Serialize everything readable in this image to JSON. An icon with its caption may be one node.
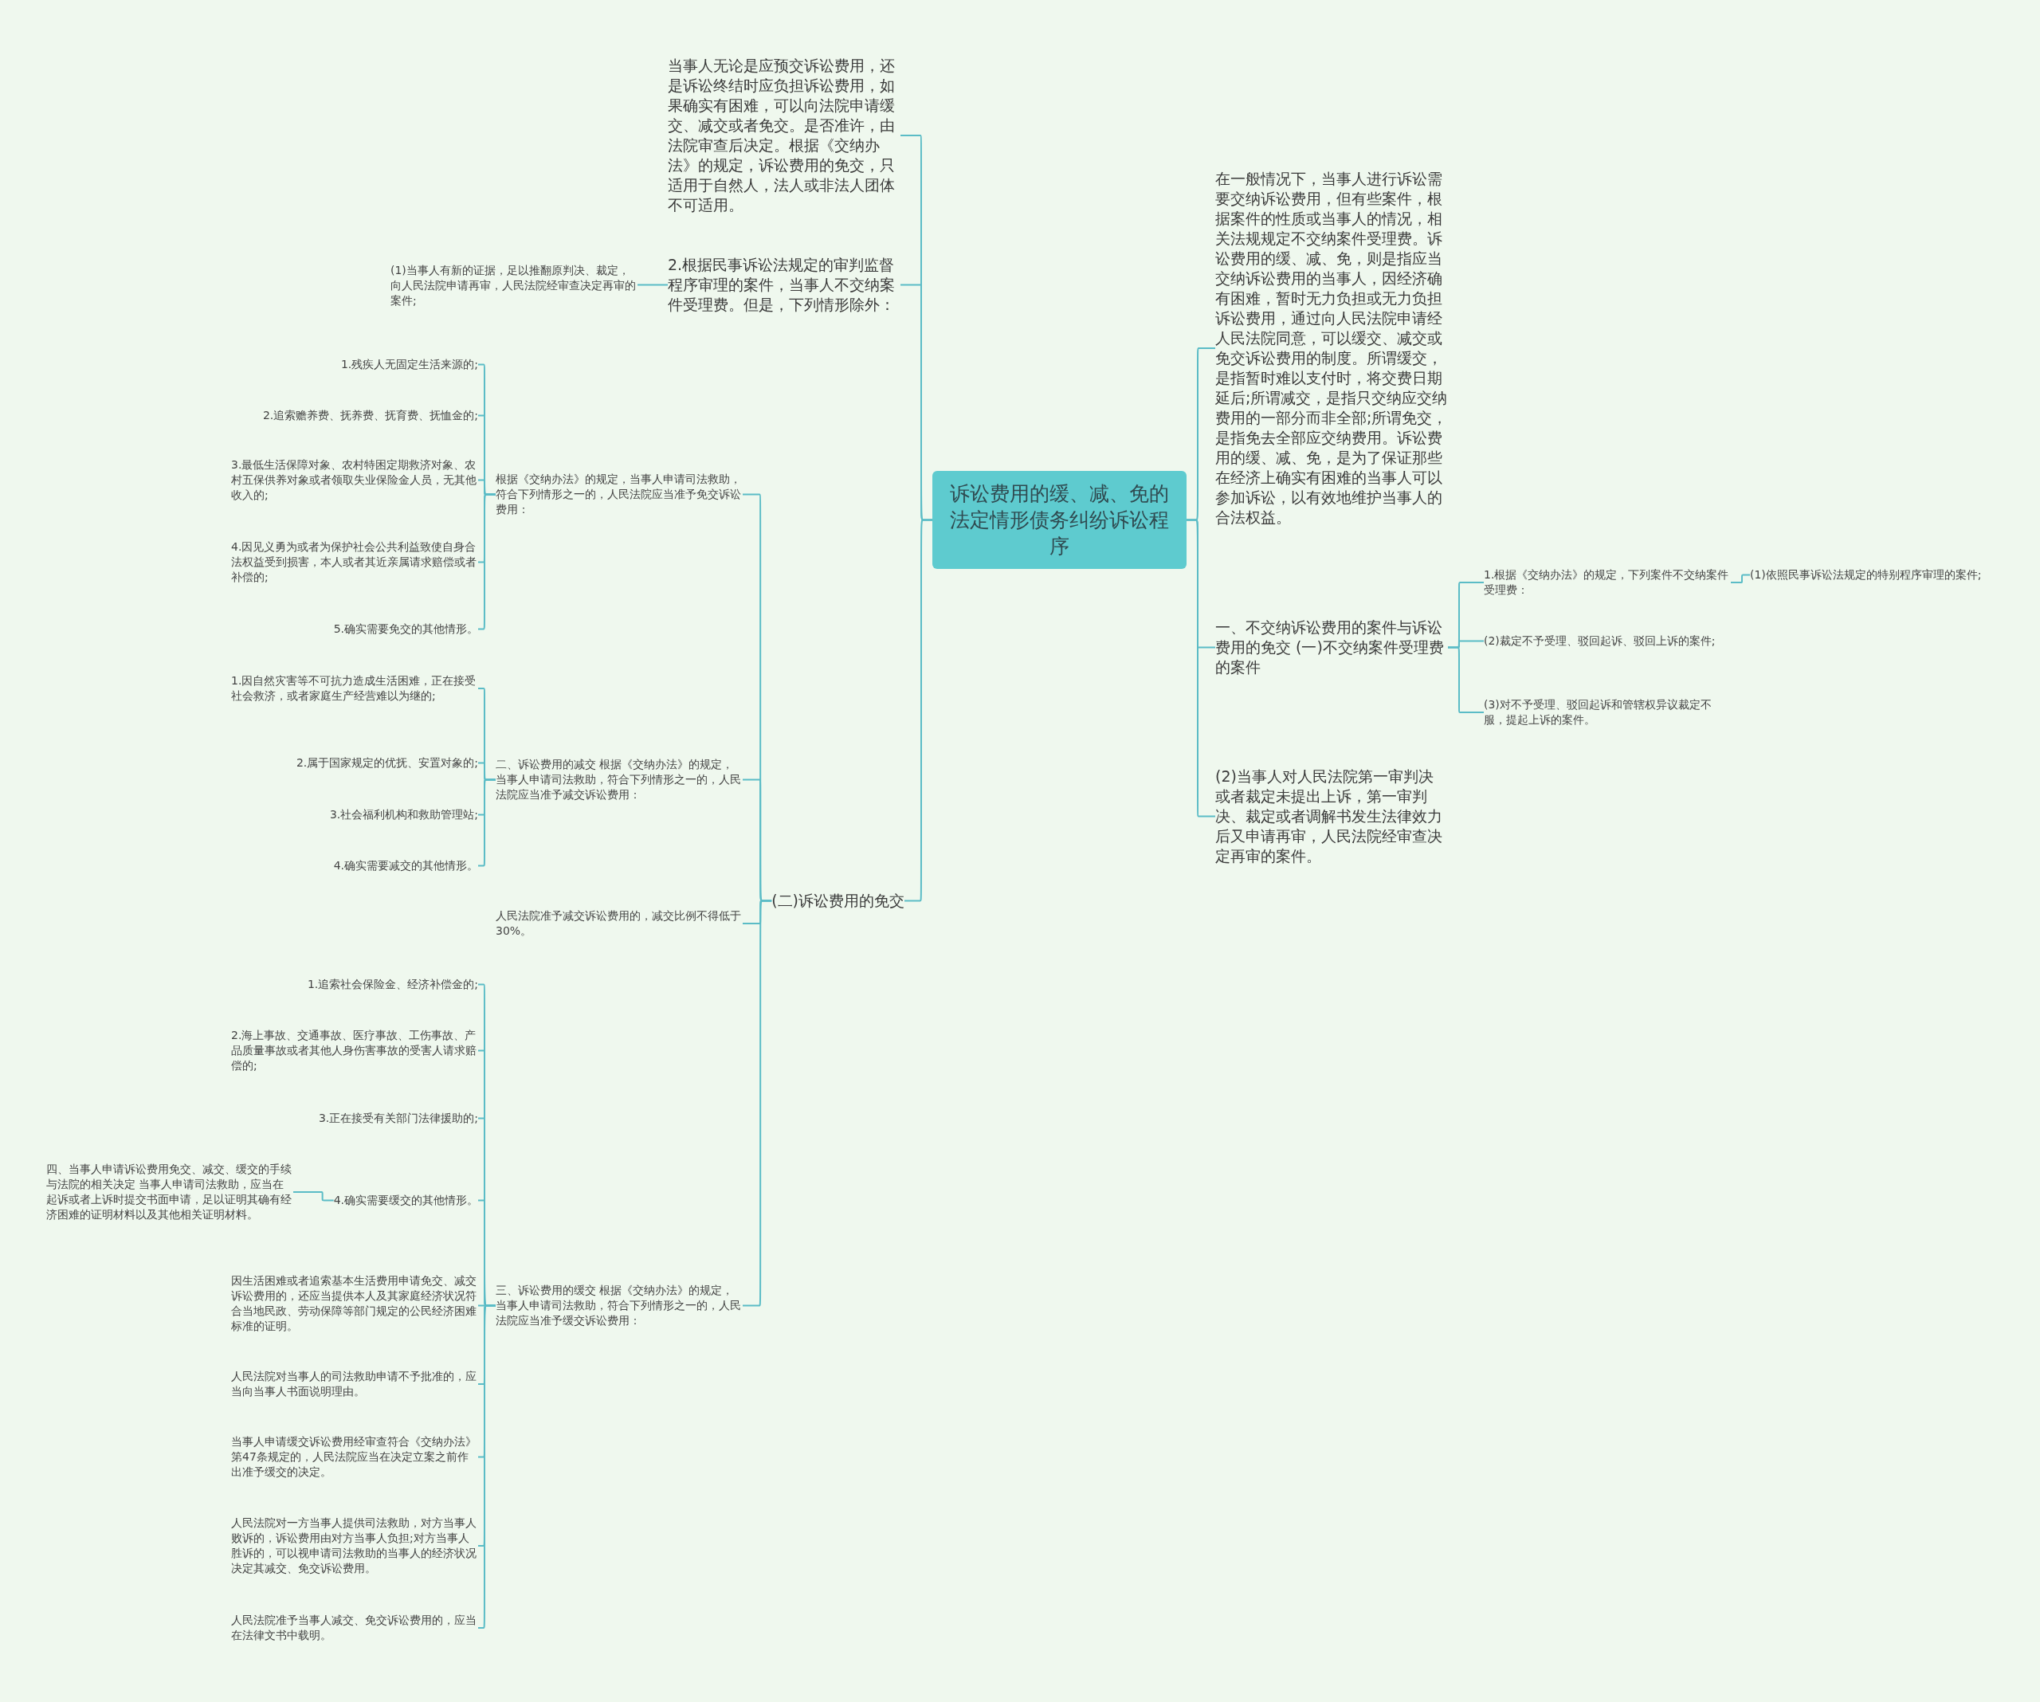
{
  "diagram": {
    "nodes": [
      {
        "text": [
          "诉讼费用的缓、减、免的法定情形债务纠纷诉讼程序"
        ]
      },
      {
        "text": [
          "当事人无论是应预交诉讼费用，还是诉讼终结时应负担诉讼费用，如果确实有困难，可以向法院申请缓交、减交或者免交。是否准许，由法院审查后决定。根据《交纳办法》的规定，诉讼费用的免交，只适用于自然人，法人或非法人团体不可适用。"
        ]
      },
      {
        "text": [
          "2.根据民事诉讼法规定的审判监督程序审理的案件，当事人不交纳案件受理费。但是，下列情形除外："
        ]
      },
      {
        "text": [
          "(1)当事人有新的证据，足以推翻原判决、裁定，向人民法院申请再审，人民法院经审查决定再审的案件;"
        ]
      },
      {
        "text": [
          "(二)诉讼费用的免交"
        ]
      },
      {
        "text": [
          "根据《交纳办法》的规定，当事人申请司法救助，符合下列情形之一的，人民法院应当准予免交诉讼费用："
        ]
      },
      {
        "text": [
          "1.残疾人无固定生活来源的;"
        ]
      },
      {
        "text": [
          "2.追索赡养费、抚养费、抚育费、抚恤金的;"
        ]
      },
      {
        "text": [
          "3.最低生活保障对象、农村特困定期救济对象、农村五保供养对象或者领取失业保险金人员，无其他收入的;"
        ]
      },
      {
        "text": [
          "4.因见义勇为或者为保护社会公共利益致使自身合法权益受到损害，本人或者其近亲属请求赔偿或者补偿的;"
        ]
      },
      {
        "text": [
          "5.确实需要免交的其他情形。"
        ]
      },
      {
        "text": [
          "二、诉讼费用的减交 根据《交纳办法》的规定，当事人申请司法救助，符合下列情形之一的，人民法院应当准予减交诉讼费用："
        ]
      },
      {
        "text": [
          "1.因自然灾害等不可抗力造成生活困难，正在接受社会救济，或者家庭生产经营难以为继的;"
        ]
      },
      {
        "text": [
          "2.属于国家规定的优抚、安置对象的;"
        ]
      },
      {
        "text": [
          "3.社会福利机构和救助管理站;"
        ]
      },
      {
        "text": [
          "4.确实需要减交的其他情形。"
        ]
      },
      {
        "text": [
          "人民法院准予减交诉讼费用的，减交比例不得低于30%。"
        ]
      },
      {
        "text": [
          "三、诉讼费用的缓交 根据《交纳办法》的规定，当事人申请司法救助，符合下列情形之一的，人民法院应当准予缓交诉讼费用："
        ]
      },
      {
        "text": [
          "1.追索社会保险金、经济补偿金的;"
        ]
      },
      {
        "text": [
          "2.海上事故、交通事故、医疗事故、工伤事故、产品质量事故或者其他人身伤害事故的受害人请求赔偿的;"
        ]
      },
      {
        "text": [
          "3.正在接受有关部门法律援助的;"
        ]
      },
      {
        "text": [
          "4.确实需要缓交的其他情形。"
        ]
      },
      {
        "text": [
          "四、当事人申请诉讼费用免交、减交、缓交的手续与法院的相关决定 当事人申请司法救助，应当在起诉或者上诉时提交书面申请，足以证明其确有经济困难的证明材料以及其他相关证明材料。"
        ]
      },
      {
        "text": [
          "因生活困难或者追索基本生活费用申请免交、减交诉讼费用的，还应当提供本人及其家庭经济状况符合当地民政、劳动保障等部门规定的公民经济困难标准的证明。"
        ]
      },
      {
        "text": [
          "人民法院对当事人的司法救助申请不予批准的，应当向当事人书面说明理由。"
        ]
      },
      {
        "text": [
          "当事人申请缓交诉讼费用经审查符合《交纳办法》第47条规定的，人民法院应当在决定立案之前作出准予缓交的决定。"
        ]
      },
      {
        "text": [
          "人民法院对一方当事人提供司法救助，对方当事人败诉的，诉讼费用由对方当事人负担;对方当事人胜诉的，可以视申请司法救助的当事人的经济状况决定其减交、免交诉讼费用。"
        ]
      },
      {
        "text": [
          "人民法院准予当事人减交、免交诉讼费用的，应当在法律文书中载明。"
        ]
      },
      {
        "text": [
          "在一般情况下，当事人进行诉讼需要交纳诉讼费用，但有些案件，根据案件的性质或当事人的情况，相关法规规定不交纳案件受理费。诉讼费用的缓、减、免，则是指应当交纳诉讼费用的当事人，因经济确有困难，暂时无力负担或无力负担诉讼费用，通过向人民法院申请经人民法院同意，可以缓交、减交或免交诉讼费用的制度。所谓缓交，是指暂时难以支付时，将交费日期延后;所谓减交，是指只交纳应交纳费用的一部分而非全部;所谓免交，是指免去全部应交纳费用。诉讼费用的缓、减、免，是为了保证那些在经济上确实有困难的当事人可以参加诉讼，以有效地维护当事人的合法权益。"
        ]
      },
      {
        "text": [
          "一、不交纳诉讼费用的案件与诉讼费用的免交 (一)不交纳案件受理费的案件"
        ]
      },
      {
        "text": [
          "1.根据《交纳办法》的规定，下列案件不交纳案件受理费："
        ]
      },
      {
        "text": [
          "(1)依照民事诉讼法规定的特别程序审理的案件;"
        ]
      },
      {
        "text": [
          "(2)裁定不予受理、驳回起诉、驳回上诉的案件;"
        ]
      },
      {
        "text": [
          "(3)对不予受理、驳回起诉和管辖权异议裁定不服，提起上诉的案件。"
        ]
      },
      {
        "text": [
          "(2)当事人对人民法院第一审判决或者裁定未提出上诉，第一审判决、裁定或者调解书发生法律效力后又申请再审，人民法院经审查决定再审的案件。"
        ]
      }
    ],
    "edges": [
      {
        "from": 0,
        "to": 1,
        "arrow": "none"
      },
      {
        "from": 0,
        "to": 2,
        "arrow": "none"
      },
      {
        "from": 2,
        "to": 3,
        "arrow": "none"
      },
      {
        "from": 0,
        "to": 4,
        "arrow": "none"
      },
      {
        "from": 4,
        "to": 5,
        "arrow": "none"
      },
      {
        "from": 5,
        "to": 6,
        "arrow": "none"
      },
      {
        "from": 5,
        "to": 7,
        "arrow": "none"
      },
      {
        "from": 5,
        "to": 8,
        "arrow": "none"
      },
      {
        "from": 5,
        "to": 9,
        "arrow": "none"
      },
      {
        "from": 5,
        "to": 10,
        "arrow": "none"
      },
      {
        "from": 4,
        "to": 11,
        "arrow": "none"
      },
      {
        "from": 11,
        "to": 12,
        "arrow": "none"
      },
      {
        "from": 11,
        "to": 13,
        "arrow": "none"
      },
      {
        "from": 11,
        "to": 14,
        "arrow": "none"
      },
      {
        "from": 11,
        "to": 15,
        "arrow": "none"
      },
      {
        "from": 4,
        "to": 16,
        "arrow": "none"
      },
      {
        "from": 4,
        "to": 17,
        "arrow": "none"
      },
      {
        "from": 17,
        "to": 18,
        "arrow": "none"
      },
      {
        "from": 17,
        "to": 19,
        "arrow": "none"
      },
      {
        "from": 17,
        "to": 20,
        "arrow": "none"
      },
      {
        "from": 17,
        "to": 21,
        "arrow": "none"
      },
      {
        "from": 21,
        "to": 22,
        "arrow": "none"
      },
      {
        "from": 17,
        "to": 23,
        "arrow": "none"
      },
      {
        "from": 17,
        "to": 24,
        "arrow": "none"
      },
      {
        "from": 17,
        "to": 25,
        "arrow": "none"
      },
      {
        "from": 17,
        "to": 26,
        "arrow": "none"
      },
      {
        "from": 17,
        "to": 27,
        "arrow": "none"
      },
      {
        "from": 0,
        "to": 28,
        "arrow": "none"
      },
      {
        "from": 0,
        "to": 29,
        "arrow": "none"
      },
      {
        "from": 29,
        "to": 30,
        "arrow": "none"
      },
      {
        "from": 30,
        "to": 31,
        "arrow": "none"
      },
      {
        "from": 29,
        "to": 32,
        "arrow": "none"
      },
      {
        "from": 29,
        "to": 33,
        "arrow": "none"
      },
      {
        "from": 0,
        "to": 34,
        "arrow": "none"
      }
    ]
  }
}
